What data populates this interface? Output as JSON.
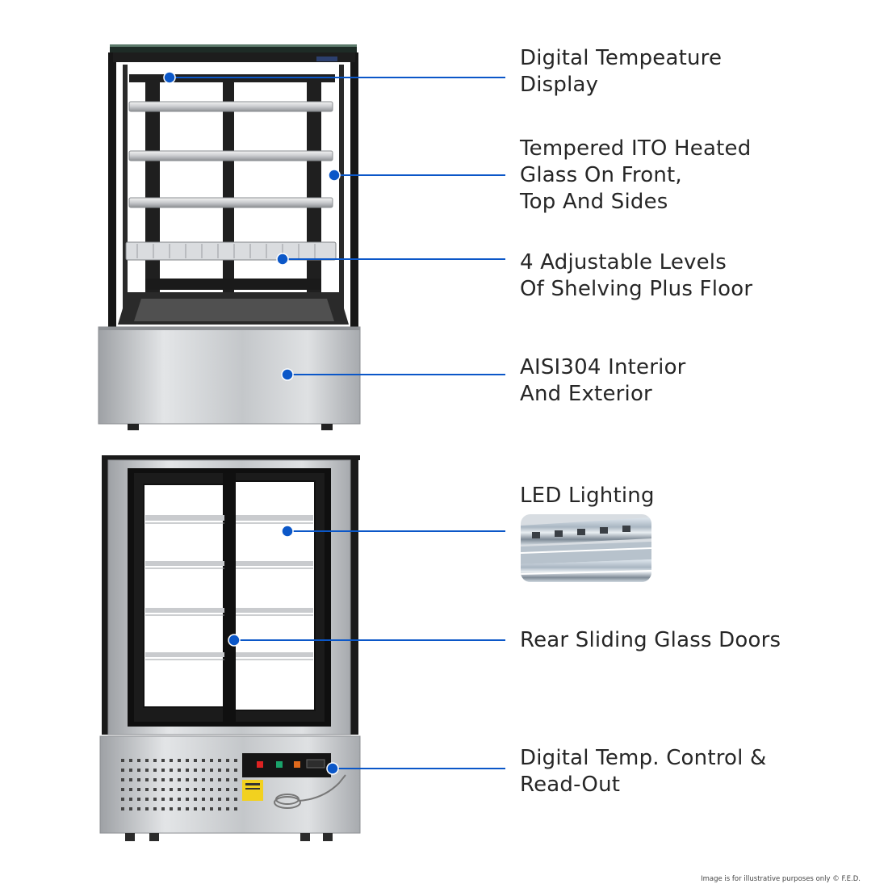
{
  "callouts": [
    {
      "id": "temp-display",
      "lines": [
        "Digital Tempeature",
        "Display"
      ]
    },
    {
      "id": "heated-glass",
      "lines": [
        "Tempered ITO Heated",
        "Glass On Front,",
        "Top And Sides"
      ]
    },
    {
      "id": "shelving",
      "lines": [
        "4 Adjustable Levels",
        "Of Shelving Plus Floor"
      ]
    },
    {
      "id": "stainless",
      "lines": [
        "AISI304 Interior",
        "And Exterior"
      ]
    },
    {
      "id": "led-lighting",
      "lines": [
        "LED Lighting"
      ]
    },
    {
      "id": "sliding-doors",
      "lines": [
        "Rear Sliding Glass Doors"
      ]
    },
    {
      "id": "temp-control",
      "lines": [
        "Digital Temp. Control &",
        "Read-Out"
      ]
    }
  ],
  "footer": "Image is for illustrative purposes only  © F.E.D.",
  "colors": {
    "accent_blue": "#0b57c8",
    "text": "#262626",
    "steel": "#b9bcc0",
    "frame": "#1c1c1c"
  }
}
